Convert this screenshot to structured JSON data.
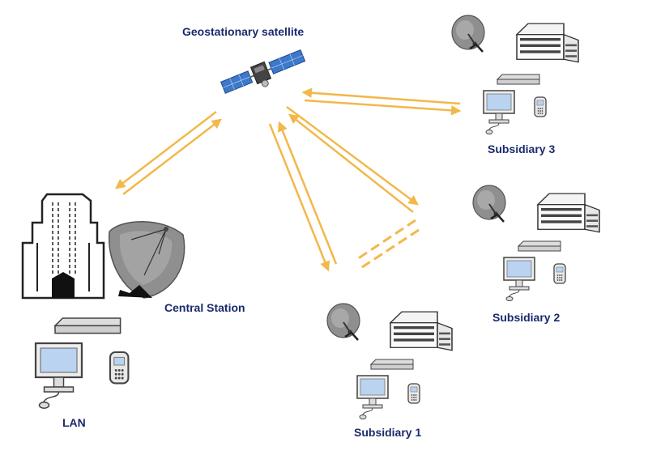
{
  "labels": {
    "satellite": "Geostationary satellite",
    "central_station": "Central Station",
    "lan": "LAN",
    "subsidiary_1": "Subsidiary 1",
    "subsidiary_2": "Subsidiary 2",
    "subsidiary_3": "Subsidiary 3"
  },
  "colors": {
    "link": "#f2b84a",
    "label": "#1a2a6c",
    "panel": "#3d78c9",
    "dish": "#8c8c8c",
    "screen": "#b9d3f0"
  }
}
